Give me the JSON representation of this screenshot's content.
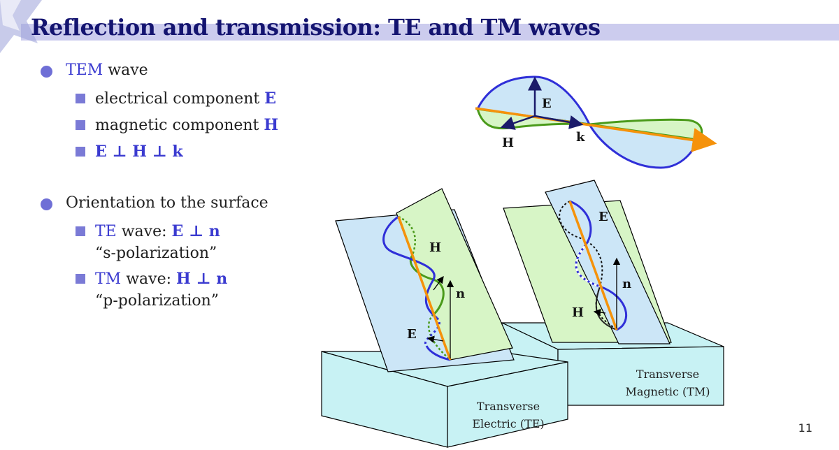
{
  "slide": {
    "title": "Reflection and transmission: TE and TM waves",
    "page_number": "11"
  },
  "bullets": {
    "tem": {
      "prefix": "TEM",
      "rest": " wave"
    },
    "tem_items": [
      {
        "text": "electrical component ",
        "sym": "E"
      },
      {
        "text": "magnetic component ",
        "sym": "H"
      },
      {
        "sym": "E ⊥ H ⊥ k"
      }
    ],
    "orientation": "Orientation to the surface",
    "te": {
      "prefix": "TE",
      "rest": " wave: ",
      "sym": "E ⊥ n",
      "line2": "“s-polarization”"
    },
    "tm": {
      "prefix": "TM",
      "rest": " wave: ",
      "sym": "H ⊥ n",
      "line2": "“p-polarization”"
    }
  },
  "diagram": {
    "tem_labels": {
      "e": "E",
      "h": "H",
      "k": "k"
    },
    "te_labels": {
      "h": "H",
      "n": "n",
      "e": "E"
    },
    "tm_labels": {
      "e": "E",
      "n": "n",
      "h": "H"
    },
    "te_caption": [
      "Transverse",
      "Electric (TE)"
    ],
    "tm_caption": [
      "Transverse",
      "Magnetic (TM)"
    ],
    "colors": {
      "e_field": "#2f2fd8",
      "h_field": "#4a9a1a",
      "propagation": "#f5920a",
      "plane_blue": "#cce6f7",
      "plane_green": "#d7f5c6",
      "block": "#c8f2f4"
    }
  }
}
